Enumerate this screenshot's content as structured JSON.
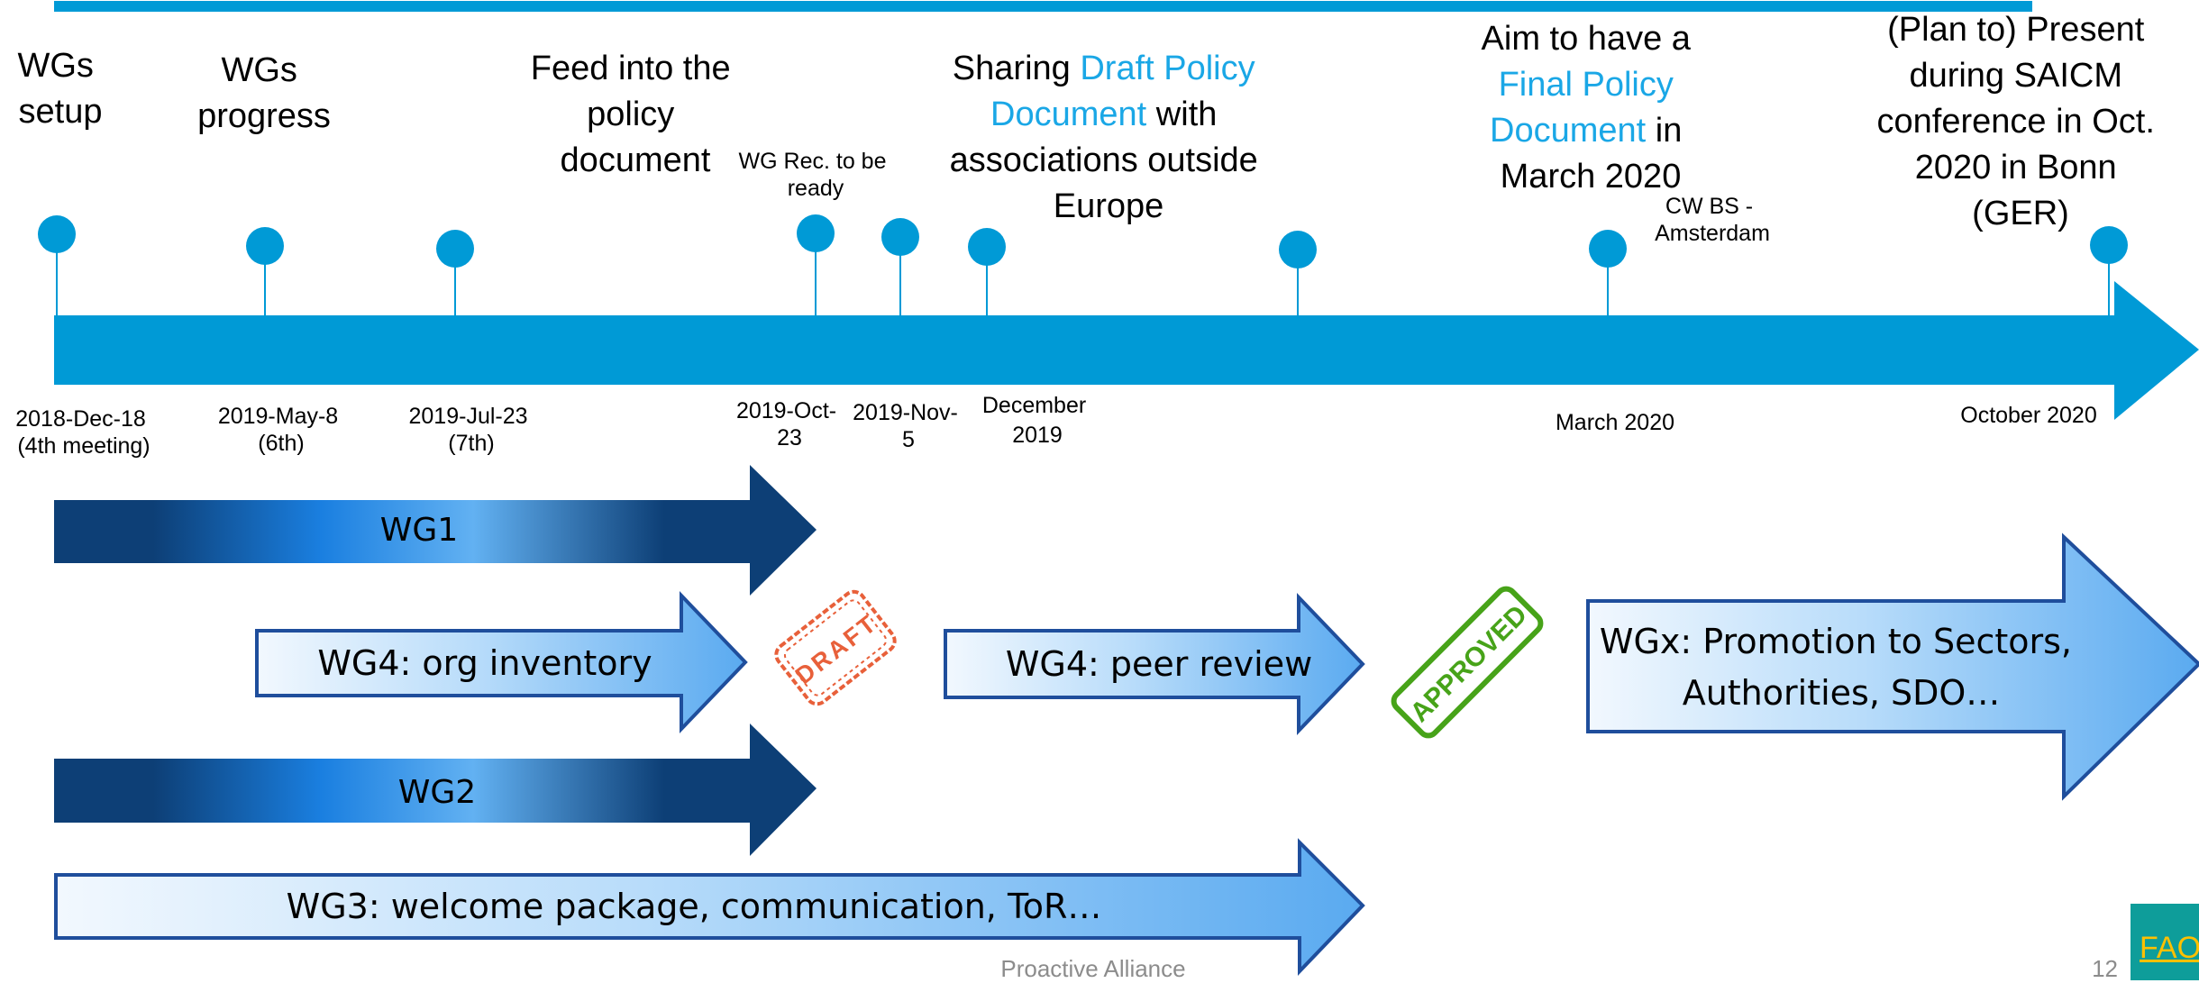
{
  "timeline": {
    "milestones": [
      {
        "date_lines": [
          "2018-Dec-18",
          "(4th meeting)"
        ]
      },
      {
        "date_lines": [
          "2019-May-8",
          "(6th)"
        ]
      },
      {
        "date_lines": [
          "2019-Jul-23",
          "(7th)"
        ]
      },
      {
        "date_lines": [
          "2019-Oct-",
          "23"
        ],
        "note_lines": [
          "WG Rec. to be",
          "ready"
        ]
      },
      {
        "date_lines": [
          "2019-Nov-",
          "5"
        ]
      },
      {
        "date_lines": [
          "December",
          "2019"
        ]
      },
      {
        "date_lines": []
      },
      {
        "date_lines": [
          "March 2020"
        ],
        "note_lines": [
          "CW BS -",
          "Amsterdam"
        ]
      },
      {
        "date_lines": [
          "October 2020"
        ]
      }
    ]
  },
  "headings": {
    "wgs_setup": [
      "WGs",
      "setup"
    ],
    "wgs_progress": [
      "WGs",
      "progress"
    ],
    "feed_policy": [
      "Feed into the",
      "policy",
      "document"
    ],
    "sharing": {
      "line1_a": "Sharing ",
      "line1_b": "Draft Policy",
      "line2_a": "Document",
      "line2_b": " with",
      "line3": "associations outside",
      "line4": "Europe"
    },
    "final": {
      "line1": "Aim to have a",
      "line2": "Final Policy",
      "line3_a": "Document",
      "line3_b": " in",
      "line4": "March 2020"
    },
    "present": [
      "(Plan to) Present",
      "during SAICM",
      "conference in Oct.",
      "2020 in Bonn",
      "(GER)"
    ]
  },
  "arrows": {
    "wg1": "WG1",
    "wg4_inventory": "WG4: org inventory",
    "wg4_review": "WG4: peer review",
    "wgx": [
      "WGx: Promotion to Sectors,",
      "Authorities, SDO…"
    ],
    "wg2": "WG2",
    "wg3": "WG3: welcome package, communication, ToR…"
  },
  "stamps": {
    "draft": "DRAFT",
    "approved": "APPROVED"
  },
  "footer": {
    "text": "Proactive Alliance",
    "page_number": "12",
    "logo_text": "FAO"
  },
  "colors": {
    "timeline_blue": "#009ad6",
    "highlight_blue": "#1aa7e6",
    "dark_navy": "#0d3f76",
    "arrow_outline": "#1f4e9c",
    "draft_red": "#e8603a",
    "approved_green": "#47a319"
  }
}
